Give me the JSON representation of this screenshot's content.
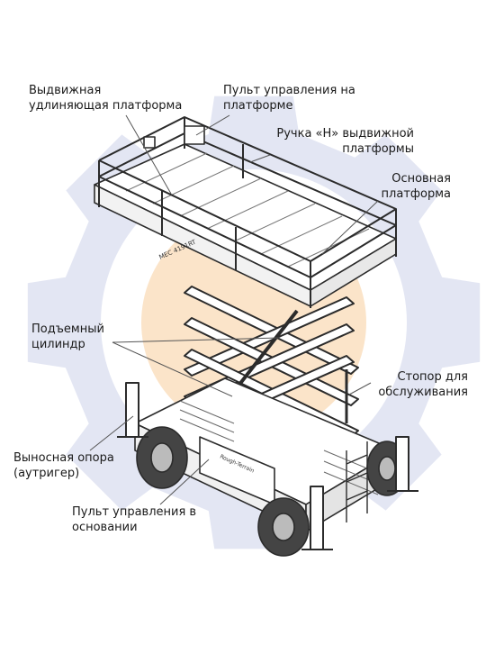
{
  "labels": {
    "extension_platform": [
      "Выдвижная",
      "удлиняющая платформа"
    ],
    "platform_control": [
      "Пульт управления на",
      "платформе"
    ],
    "h_handle": [
      "Ручка «Н» выдвижной",
      "платформы"
    ],
    "main_platform": [
      "Основная",
      "платформа"
    ],
    "lift_cylinder": [
      "Подъемный",
      "цилиндр"
    ],
    "maintenance_stop": [
      "Стопор для",
      "обслуживания"
    ],
    "outrigger": [
      "Выносная опора",
      "(аутригер)"
    ],
    "base_control": [
      "Пульт управления в",
      "основании"
    ]
  },
  "plate_text": "MEC 4191RT",
  "box_text": "Rough-Terrain",
  "colors": {
    "gear": "#e3e6f3",
    "center": "#fbe4c9",
    "line": "#2b2b2b",
    "leader": "#555555"
  }
}
